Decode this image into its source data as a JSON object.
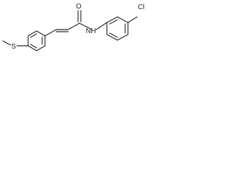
{
  "molecule": {
    "atoms": {
      "oxygen": "O",
      "chlorine": "Cl",
      "nitrogen_hydrogen": "NH",
      "sulfur": "S"
    }
  }
}
